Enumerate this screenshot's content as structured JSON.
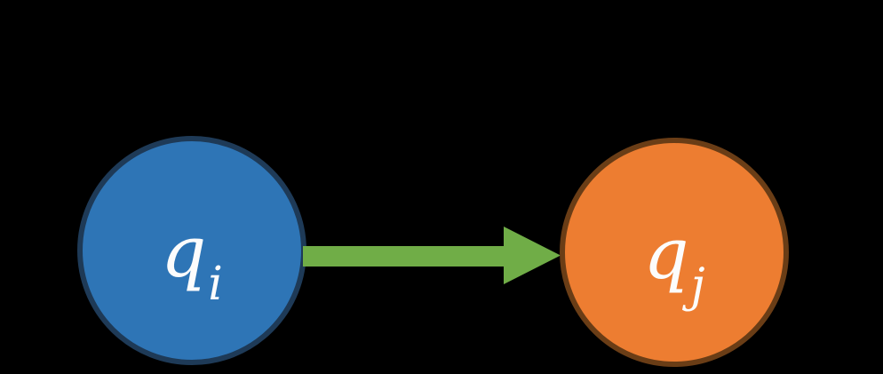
{
  "diagram": {
    "type": "state-transition",
    "nodes": [
      {
        "id": "q_i",
        "label_base": "q",
        "label_sub": "i",
        "shape": "circle",
        "fill": "#2e75b6",
        "border": "#1e3a57"
      },
      {
        "id": "q_j",
        "label_base": "q",
        "label_sub": "j",
        "shape": "circle",
        "fill": "#ed7d31",
        "border": "#6a3d16"
      }
    ],
    "edges": [
      {
        "from": "q_i",
        "to": "q_j",
        "style": "solid-arrow",
        "color": "#70ad47",
        "direction": "right"
      }
    ]
  },
  "colors": {
    "background": "#000000",
    "node-i-fill": "#2e75b6",
    "node-i-border": "#1e3a57",
    "node-j-fill": "#ed7d31",
    "node-j-border": "#6a3d16",
    "arrow": "#70ad47",
    "label": "#fcfcfc"
  }
}
